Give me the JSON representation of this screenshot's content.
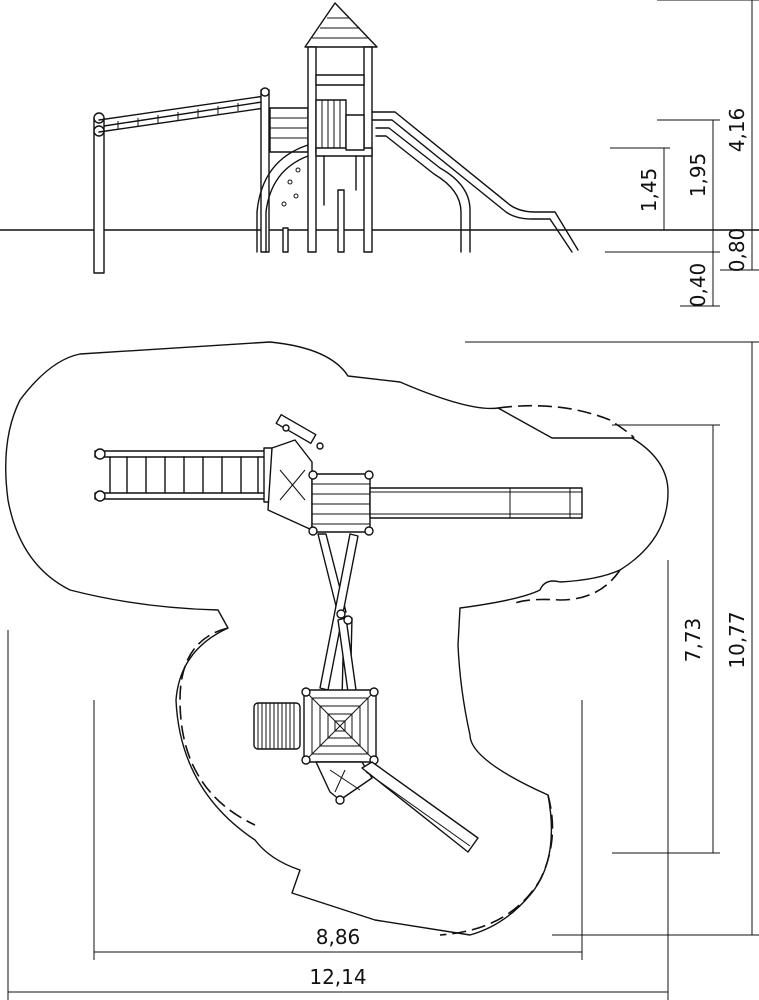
{
  "elevation_dimensions": {
    "total_height": "4,16",
    "platform_high": "1,95",
    "platform_low": "1,45",
    "foundation_deep": "0,80",
    "foundation_shallow": "0,40"
  },
  "plan_dimensions": {
    "depth_inner": "7,73",
    "depth_outer": "10,77",
    "width_inner": "8,86",
    "width_outer": "12,14"
  }
}
